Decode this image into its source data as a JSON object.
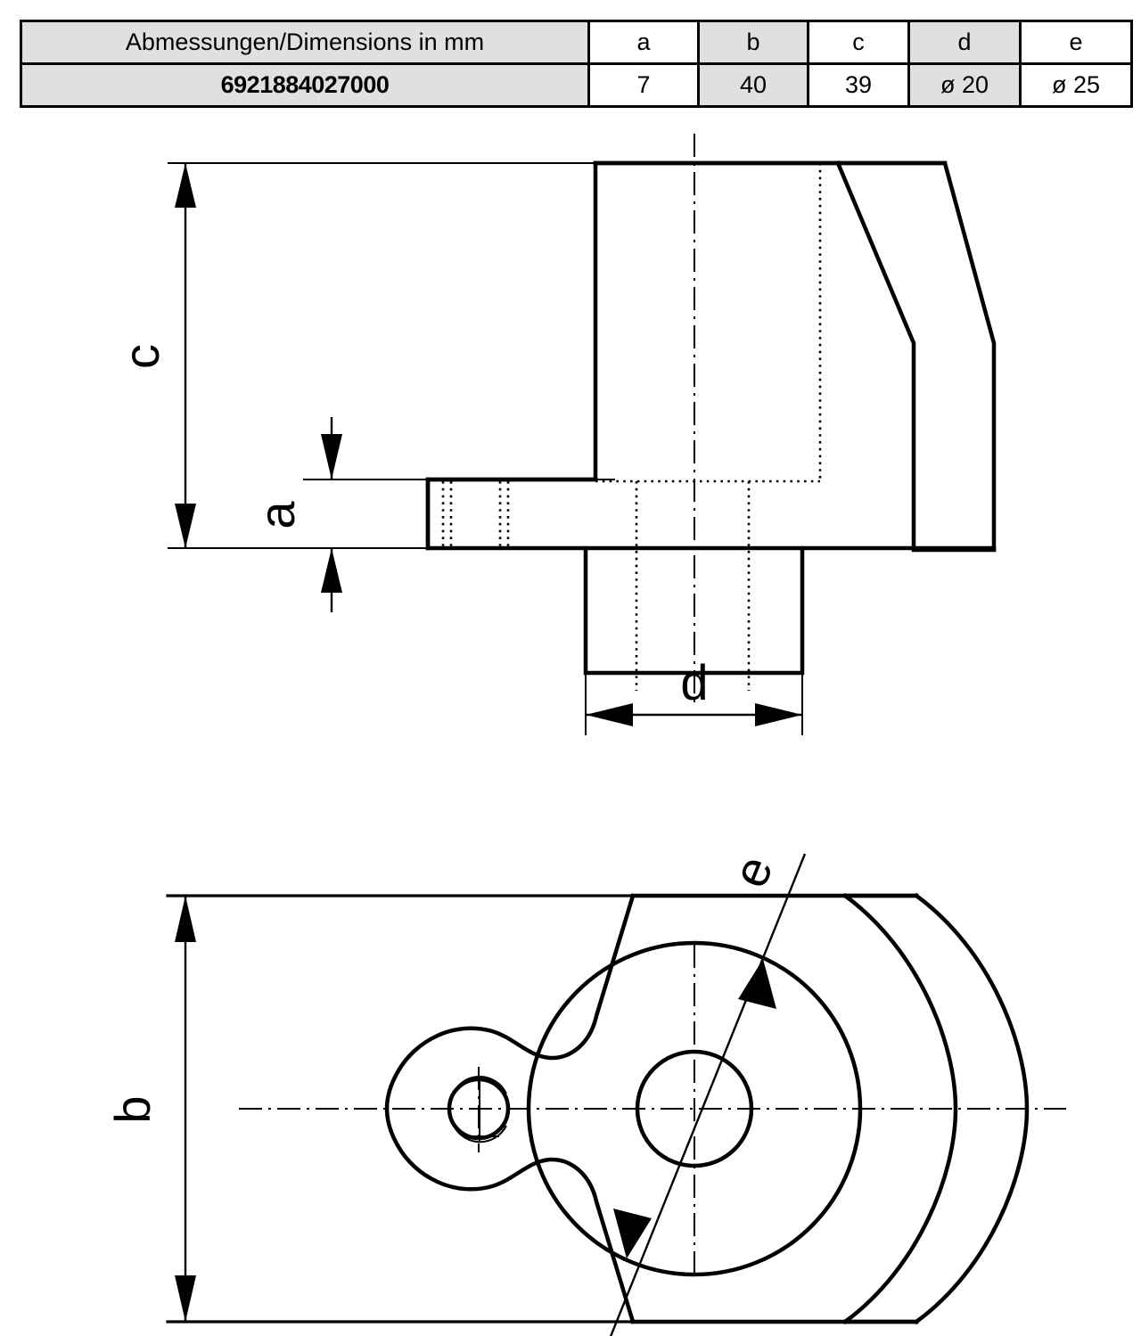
{
  "table": {
    "title": "Abmessungen/Dimensions in mm",
    "part_number": "6921884027000",
    "columns": [
      "a",
      "b",
      "c",
      "d",
      "e"
    ],
    "values": [
      "7",
      "40",
      "39",
      "ø 20",
      "ø 25"
    ],
    "shaded_color": "#e0e0e0",
    "border_color": "#000000"
  },
  "views": {
    "side_view": {
      "name": "side-elevation",
      "dimension_labels": {
        "height_c": "c",
        "thickness_a": "a",
        "boss_diameter_d": "d"
      }
    },
    "plan_view": {
      "name": "plan-view",
      "dimension_labels": {
        "width_b": "b",
        "bore_diameter_e": "e"
      }
    }
  },
  "chart_data": {
    "type": "table",
    "title": "Abmessungen/Dimensions in mm",
    "categories": [
      "a",
      "b",
      "c",
      "d",
      "e"
    ],
    "values": [
      "7",
      "40",
      "39",
      "ø 20",
      "ø 25"
    ],
    "row_label": "6921884027000",
    "units": "mm"
  }
}
